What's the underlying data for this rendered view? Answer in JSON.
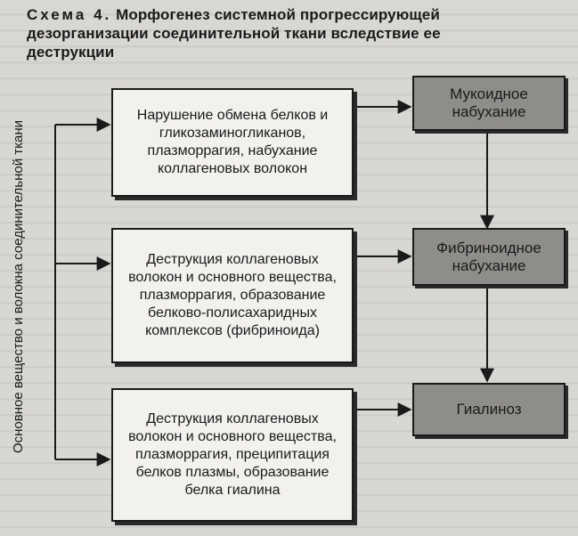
{
  "title": {
    "lead": "Схема 4.",
    "text": "Морфогенез системной прогрессирующей дезорганизации соединительной ткани вследствие ее деструкции"
  },
  "side_label": "Основное вещество и волокна соединительной ткани",
  "processes": [
    {
      "text": "Нарушение обмена белков и гликозаминогликанов, плазморрагия, набухание коллагеновых волокон"
    },
    {
      "text": "Деструкция коллагеновых волокон и основного вещества, плазморрагия, образование белково-полисахаридных комплексов (фибриноида)"
    },
    {
      "text": "Деструкция коллагеновых волокон и основного вещества, плазморрагия, преципитация белков плазмы, образование белка гиалина"
    }
  ],
  "results": [
    {
      "text": "Мукоидное набухание"
    },
    {
      "text": "Фибриноидное набухание"
    },
    {
      "text": "Гиалиноз"
    }
  ],
  "colors": {
    "background": "#d9d7d3",
    "process_fill": "#f2f1ee",
    "result_fill": "#8f8d8a",
    "stroke": "#1a1a1a"
  }
}
